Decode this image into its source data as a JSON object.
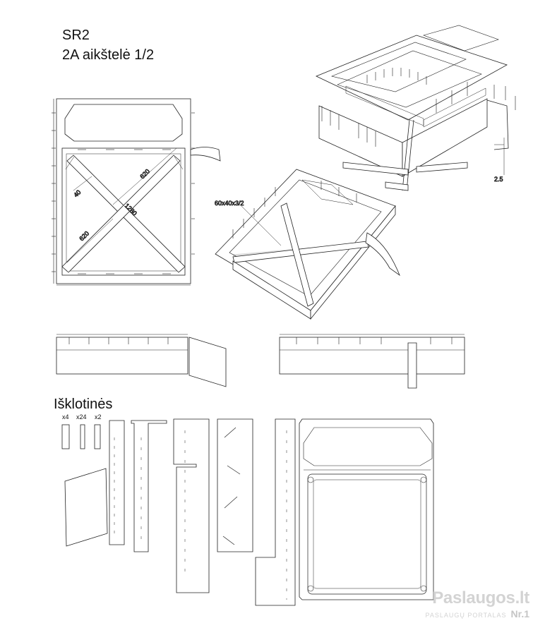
{
  "title": {
    "line1": "SR2",
    "line2": "2A aikštelė 1/2"
  },
  "section_title": "Išklotinės",
  "quantities": [
    "x4",
    "x24",
    "x2"
  ],
  "dimensions": {
    "d620_top": "620",
    "d40": "40",
    "d1280": "1280",
    "d620_bottom": "620",
    "profile": "60x40x3/2",
    "d25": "2.5"
  },
  "watermark": {
    "name": "Paslaugos.lt",
    "tag": "PASLAUGŲ PORTALAS",
    "nr": "Nr.1"
  }
}
